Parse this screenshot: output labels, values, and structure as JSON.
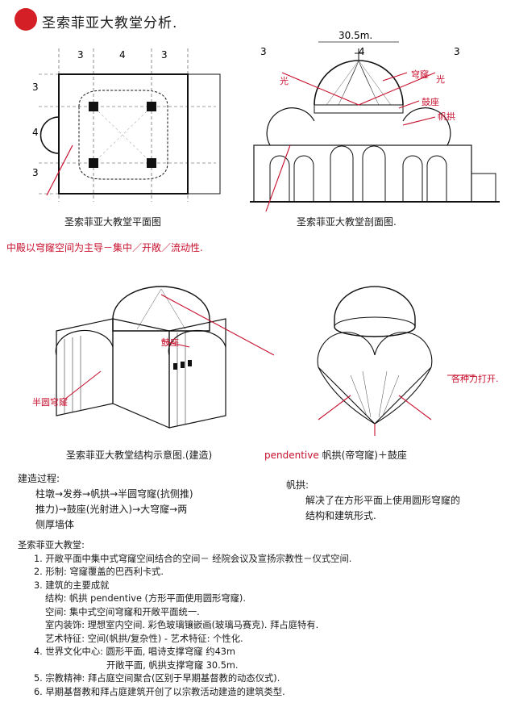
{
  "title": "圣索菲亚大教堂分析.",
  "plan": {
    "caption": "圣索菲亚大教堂平面图",
    "dims": [
      "3",
      "4",
      "3",
      "3",
      "4",
      "3"
    ],
    "note": "中殿以穹窿空间为主导－集中／开敞／流动性."
  },
  "section": {
    "caption": "圣索菲亚大教堂剖面图.",
    "span": "30.5m.",
    "labels": [
      "穹窿",
      "光",
      "光",
      "鼓座",
      "帆拱"
    ],
    "dims": [
      "3",
      "4",
      "3"
    ]
  },
  "structure": {
    "caption": "圣索菲亚大教堂结构示意图.(建造)",
    "labels": [
      "半圆穹窿",
      "鼓座"
    ]
  },
  "pendentive": {
    "caption_en": "pendentive",
    "caption_cn": "帆拱(帝穹窿)＋鼓座",
    "label": "各种力打开."
  },
  "construction": {
    "title": "建造过程:",
    "lines": [
      "柱墩→发券→帆拱→半圆穹窿(抗侧推)",
      "推力)→鼓座(光射进入)→大穹窿→两",
      "侧厚墙体"
    ]
  },
  "fangong": {
    "title": "帆拱:",
    "lines": [
      "解决了在方形平面上使用圆形穹窿的",
      "结构和建筑形式."
    ]
  },
  "sophia": {
    "title": "圣索菲亚大教堂:",
    "items": [
      "1. 开敞平面中集中式穹窿空间结合的空间－ 经院会议及宣扬宗教性－仪式空间.",
      "2. 形制: 穹窿覆盖的巴西利卡式.",
      "3. 建筑的主要成就",
      "结构: 帆拱 pendentive (方形平面使用圆形穹窿).",
      "空间: 集中式空间穹窿和开敞平面统一.",
      "室内装饰: 理想室内空间. 彩色玻璃镶嵌画(玻璃马赛克). 拜占庭特有.",
      "艺术特征: 空间(帆拱/复杂性) - 艺术特征: 个性化.",
      "4. 世界文化中心: 圆形平面, 唱诗支撑穹窿 约43m",
      "开敞平面, 帆拱支撑穹窿 30.5m.",
      "5. 宗教精神: 拜占庭空间聚合(区别于早期基督教的动态仪式).",
      "6. 早期基督教和拜占庭建筑开创了以宗教活动建造的建筑类型."
    ]
  },
  "colors": {
    "accent": "#c8102e",
    "ink": "#1a1a1a",
    "title_dot": "#d41f26"
  }
}
